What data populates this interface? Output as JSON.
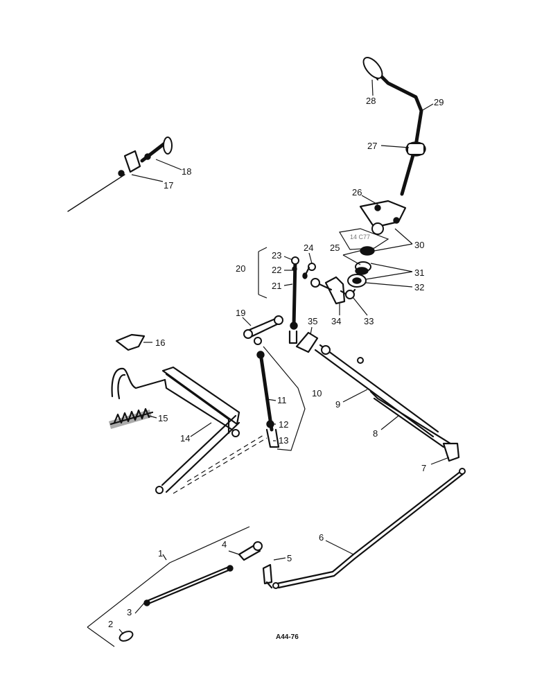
{
  "drawing_code": "A44-76",
  "callouts": [
    "1",
    "2",
    "3",
    "4",
    "5",
    "6",
    "7",
    "8",
    "9",
    "10",
    "11",
    "12",
    "13",
    "14",
    "15",
    "16",
    "17",
    "18",
    "19",
    "20",
    "21",
    "22",
    "23",
    "24",
    "25",
    "26",
    "27",
    "28",
    "29",
    "30",
    "31",
    "32",
    "33",
    "34",
    "35"
  ],
  "faint_marks": "14 C77"
}
